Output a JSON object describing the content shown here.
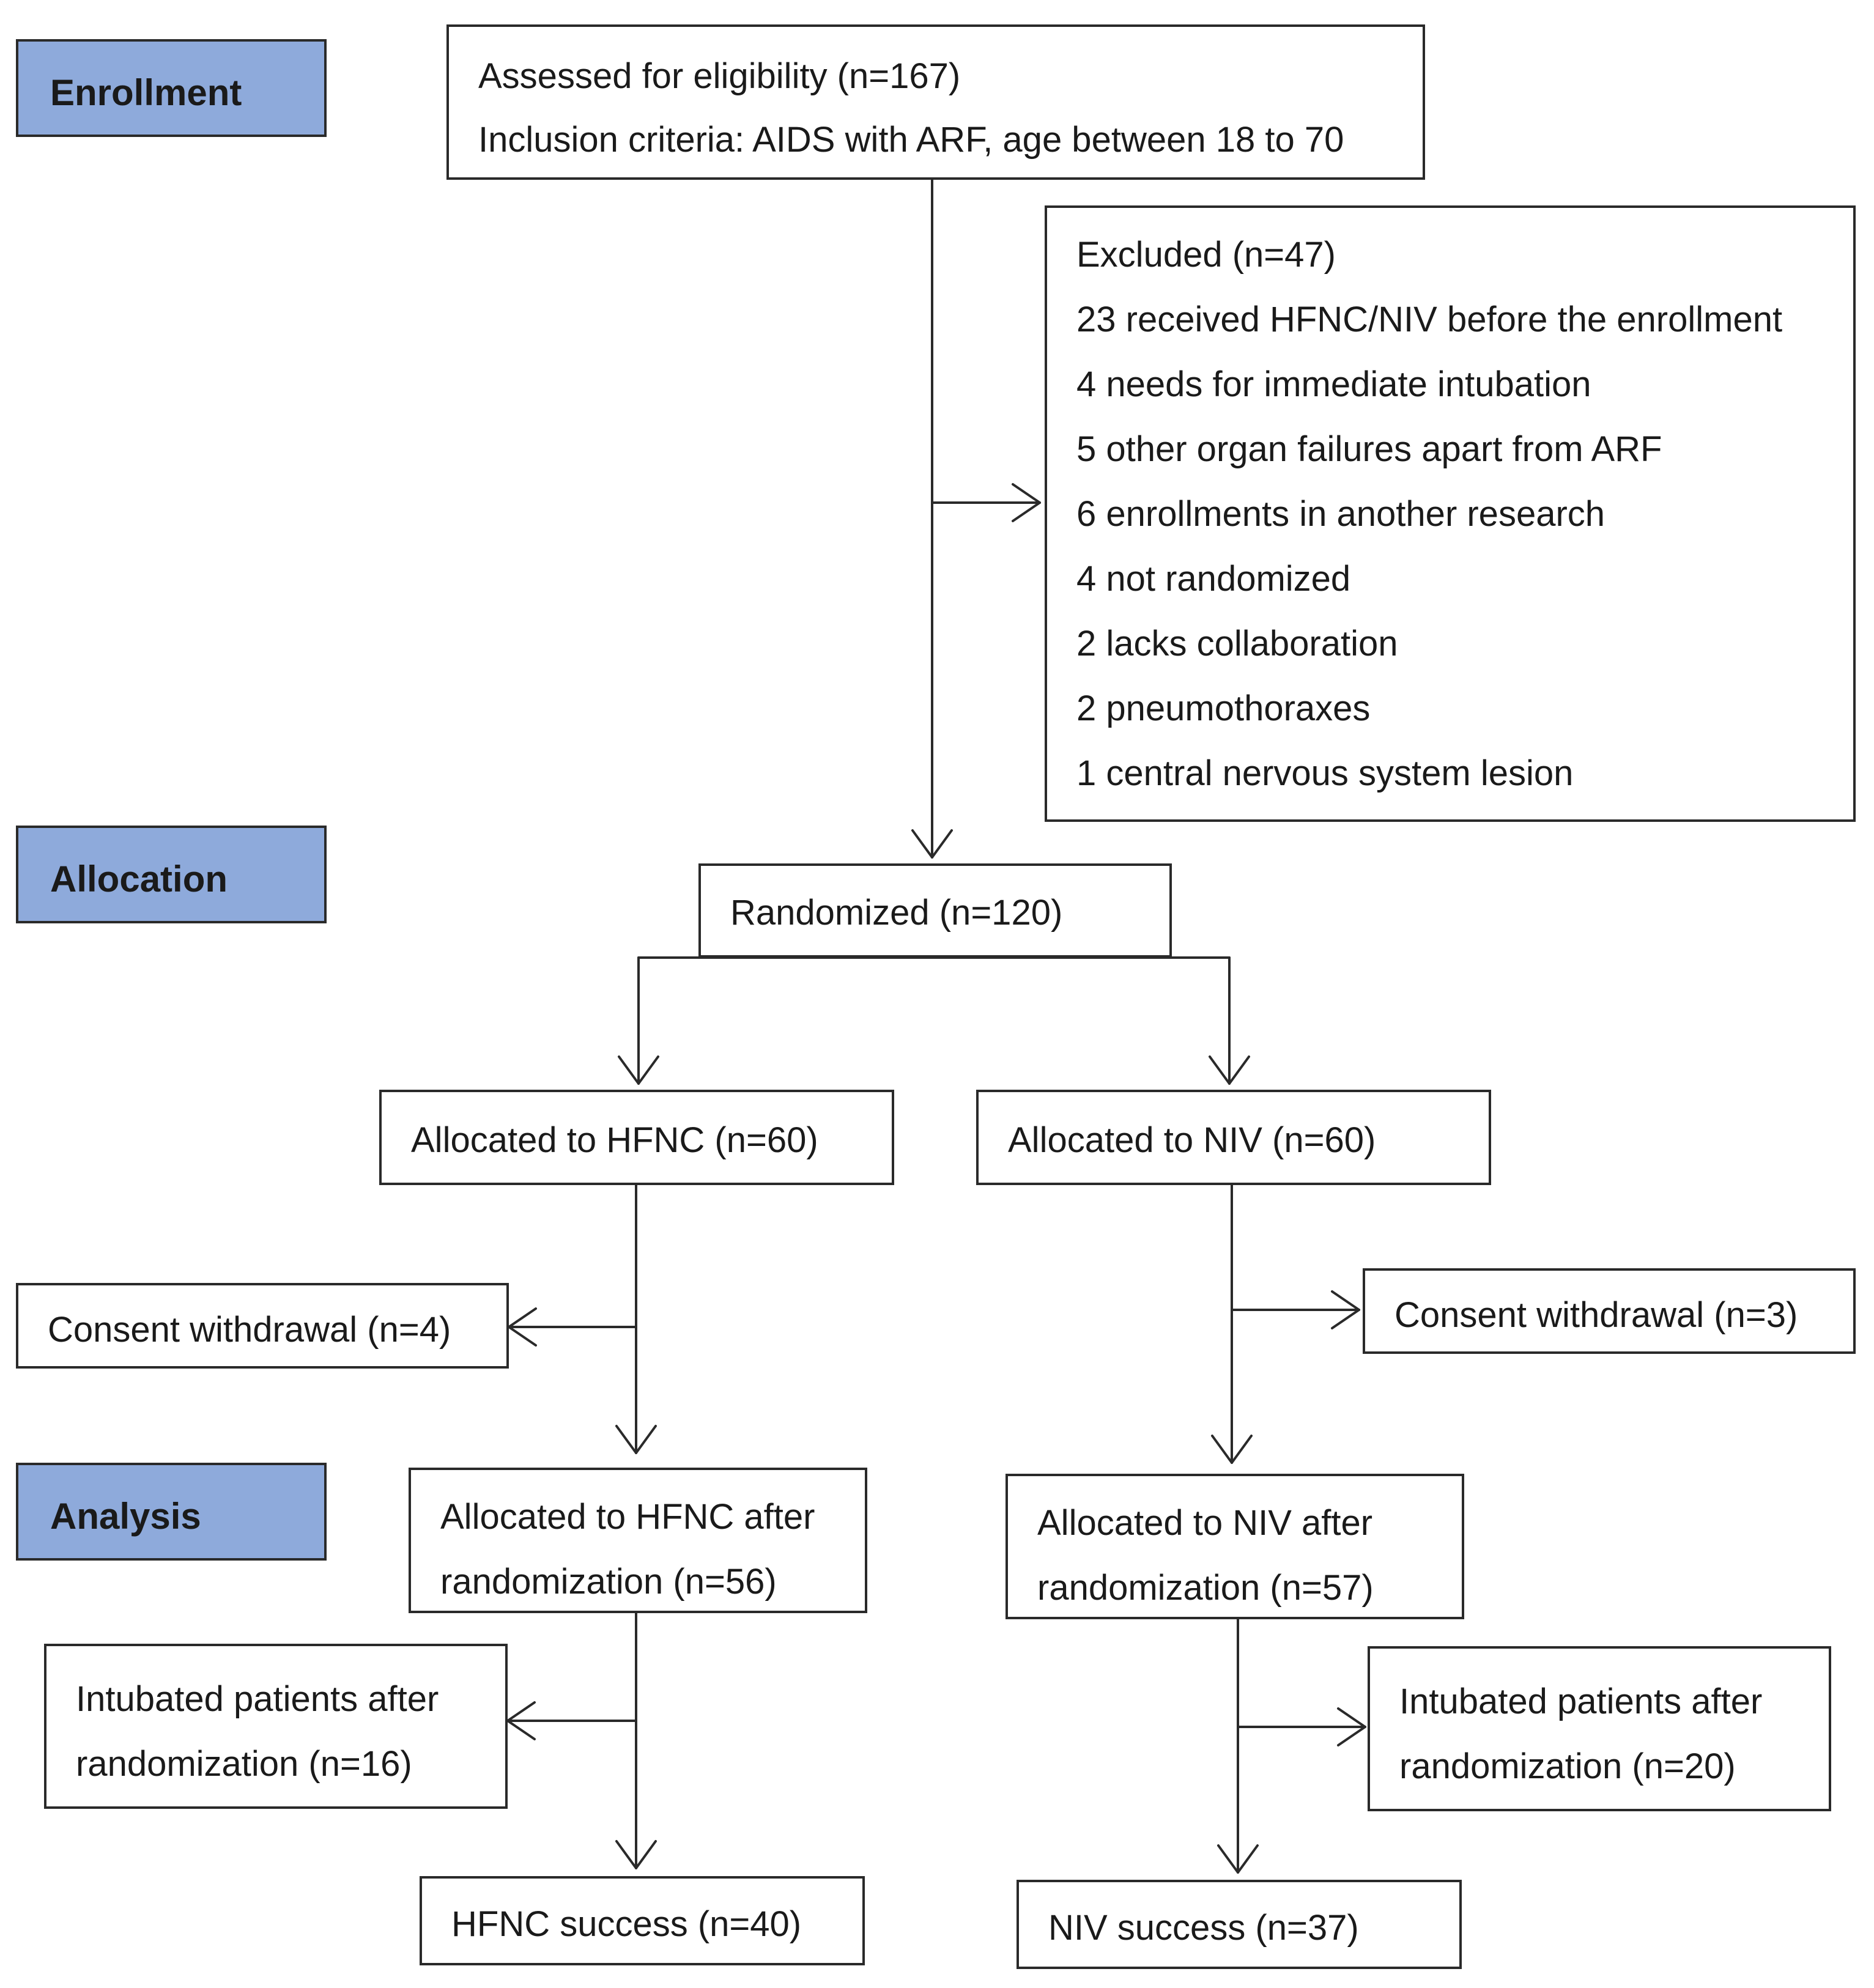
{
  "stages": {
    "enrollment": "Enrollment",
    "allocation": "Allocation",
    "analysis": "Analysis"
  },
  "colors": {
    "stage_fill": "#8eaadb",
    "border": "#2a2a2a",
    "text": "#1a1a1a"
  },
  "boxes": {
    "assessed": {
      "line1": "Assessed for eligibility (n=167)",
      "line2": "Inclusion criteria: AIDS with ARF, age between 18 to 70"
    },
    "excluded": {
      "lines": [
        "Excluded (n=47)",
        "23 received HFNC/NIV before the enrollment",
        "4 needs for immediate intubation",
        "5 other organ failures apart from ARF",
        "6 enrollments in another research",
        "4 not randomized",
        "2 lacks collaboration",
        "2 pneumothoraxes",
        "1 central nervous system lesion"
      ]
    },
    "randomized": "Randomized (n=120)",
    "alloc_hfnc": "Allocated to HFNC (n=60)",
    "alloc_niv": "Allocated to NIV (n=60)",
    "consent_hfnc": "Consent withdrawal (n=4)",
    "consent_niv": "Consent withdrawal (n=3)",
    "after_hfnc": {
      "line1": "Allocated to HFNC after",
      "line2": "randomization (n=56)"
    },
    "after_niv": {
      "line1": "Allocated to NIV after",
      "line2": "randomization (n=57)"
    },
    "intub_hfnc": {
      "line1": "Intubated patients after",
      "line2": "randomization (n=16)"
    },
    "intub_niv": {
      "line1": "Intubated patients after",
      "line2": "randomization (n=20)"
    },
    "success_hfnc": "HFNC success (n=40)",
    "success_niv": "NIV success (n=37)"
  }
}
